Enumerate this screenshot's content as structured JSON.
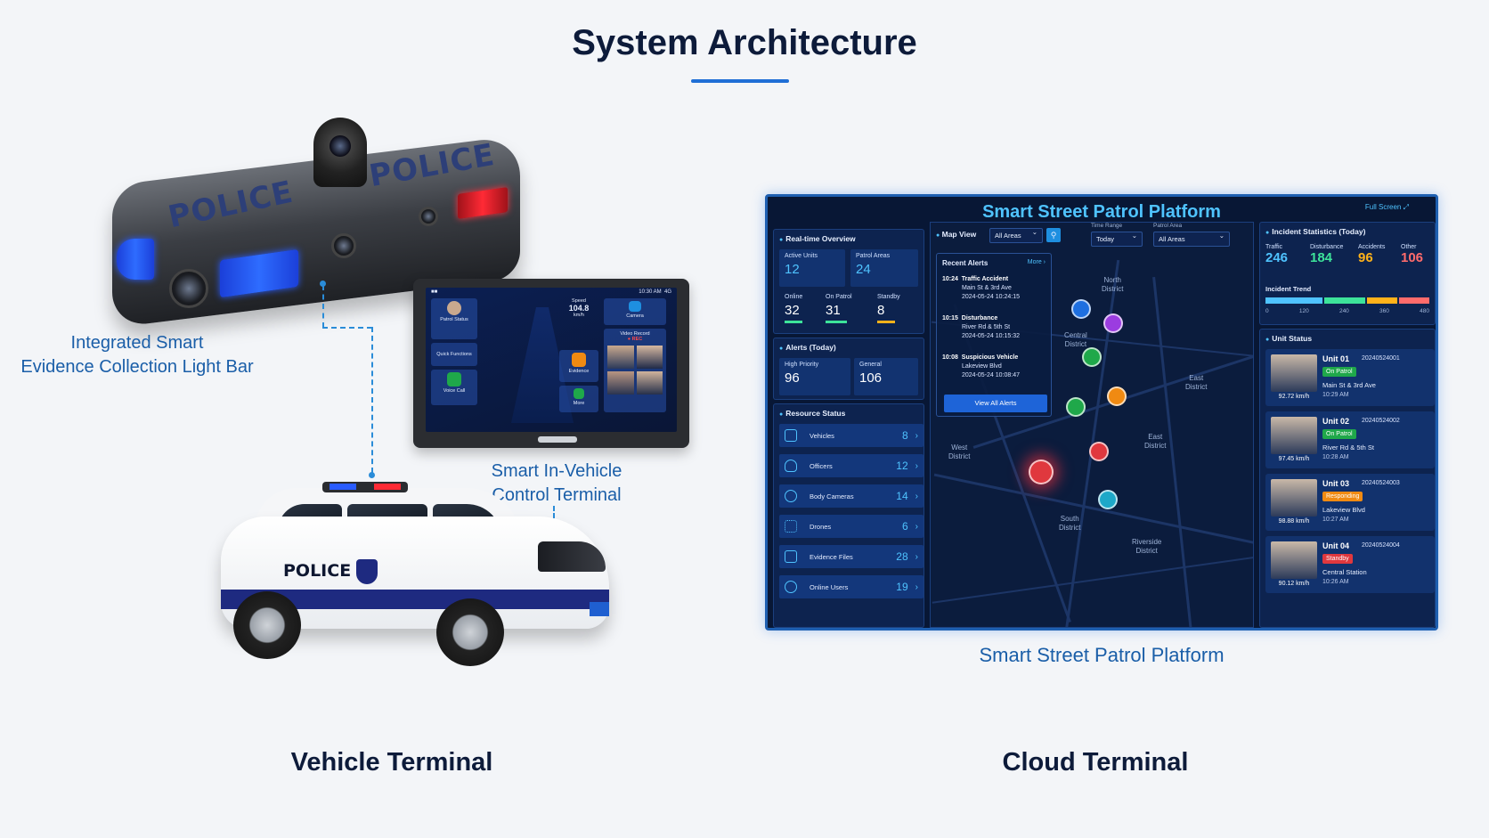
{
  "page": {
    "title": "System Architecture"
  },
  "labels": {
    "light_bar": [
      "Integrated Smart",
      "Evidence Collection Light Bar"
    ],
    "in_vehicle": [
      "Smart In-Vehicle",
      "Control Terminal"
    ],
    "platform_caption": "Smart Street Patrol Platform",
    "vehicle_terminal": "Vehicle Terminal",
    "cloud_terminal": "Cloud Terminal"
  },
  "light_bar_device": {
    "text_left": "POLICE",
    "text_right": "POLICE"
  },
  "car": {
    "text": "POLICE"
  },
  "tablet": {
    "time": "10:30 AM",
    "signal": "4G",
    "patrol_status": "Patrol Status",
    "speed_label": "Speed",
    "speed_value": "104.8",
    "speed_unit": "km/h",
    "camera": "Camera",
    "video_record": "Video Record",
    "rec": "REC",
    "quick_functions": "Quick Functions",
    "evidence": "Evidence",
    "voice_call": "Voice Call",
    "more": "More"
  },
  "platform": {
    "title": "Smart Street Patrol Platform",
    "full_screen": "Full Screen",
    "overview": {
      "heading": "Real-time Overview",
      "active_units_label": "Active Units",
      "active_units": "12",
      "patrol_areas_label": "Patrol Areas",
      "patrol_areas": "24",
      "online_label": "Online",
      "online": "32",
      "on_patrol_label": "On Patrol",
      "on_patrol": "31",
      "standby_label": "Standby",
      "standby": "8"
    },
    "alerts_today": {
      "heading": "Alerts (Today)",
      "high_label": "High Priority",
      "high": "96",
      "general_label": "General",
      "general": "106"
    },
    "resource": {
      "heading": "Resource Status",
      "items": [
        {
          "label": "Vehicles",
          "value": "8"
        },
        {
          "label": "Officers",
          "value": "12"
        },
        {
          "label": "Body Cameras",
          "value": "14"
        },
        {
          "label": "Drones",
          "value": "6"
        },
        {
          "label": "Evidence Files",
          "value": "28"
        },
        {
          "label": "Online Users",
          "value": "19"
        }
      ]
    },
    "map": {
      "heading": "Map View",
      "area_select": "All Areas",
      "time_range_label": "Time Range",
      "time_range": "Today",
      "patrol_area_label": "Patrol Area",
      "patrol_area": "All Areas",
      "districts": {
        "north": [
          "North",
          "District"
        ],
        "central": [
          "Central",
          "District"
        ],
        "east1": [
          "East",
          "District"
        ],
        "east2": [
          "East",
          "District"
        ],
        "west": [
          "West",
          "District"
        ],
        "south": [
          "South",
          "District"
        ],
        "riverside": [
          "Riverside",
          "District"
        ]
      }
    },
    "recent_alerts": {
      "heading": "Recent Alerts",
      "more": "More",
      "items": [
        {
          "time": "10:24",
          "title": "Traffic Accident",
          "location": "Main St & 3rd Ave",
          "stamp": "2024-05-24 10:24:15"
        },
        {
          "time": "10:15",
          "title": "Disturbance",
          "location": "River Rd & 5th St",
          "stamp": "2024-05-24 10:15:32"
        },
        {
          "time": "10:08",
          "title": "Suspicious Vehicle",
          "location": "Lakeview Blvd",
          "stamp": "2024-05-24 10:08:47"
        }
      ],
      "view_all": "View All Alerts"
    },
    "incidents": {
      "heading": "Incident Statistics (Today)",
      "traffic_label": "Traffic",
      "traffic": "246",
      "disturbance_label": "Disturbance",
      "disturbance": "184",
      "accidents_label": "Accidents",
      "accidents": "96",
      "other_label": "Other",
      "other": "106",
      "trend_label": "Incident Trend",
      "ticks": [
        "0",
        "120",
        "240",
        "360",
        "480"
      ]
    },
    "units": {
      "heading": "Unit Status",
      "items": [
        {
          "name": "Unit 01",
          "id": "20240524001",
          "status": "On Patrol",
          "location": "Main St & 3rd Ave",
          "time": "10:29 AM",
          "speed": "92.72 km/h"
        },
        {
          "name": "Unit 02",
          "id": "20240524002",
          "status": "On Patrol",
          "location": "River Rd & 5th St",
          "time": "10:28 AM",
          "speed": "97.45 km/h"
        },
        {
          "name": "Unit 03",
          "id": "20240524003",
          "status": "Responding",
          "location": "Lakeview Blvd",
          "time": "10:27 AM",
          "speed": "98.88 km/h"
        },
        {
          "name": "Unit 04",
          "id": "20240524004",
          "status": "Standby",
          "location": "Central Station",
          "time": "10:26 AM",
          "speed": "90.12 km/h"
        }
      ]
    }
  },
  "colors": {
    "accent": "#1f6fd6",
    "on_patrol": "#1fa84a",
    "responding": "#f08a12",
    "standby": "#e0383e",
    "incident_traffic": "#4fc3ff",
    "incident_disturbance": "#3de39a",
    "incident_accidents": "#ffb21a",
    "incident_other": "#ff6b6b"
  }
}
